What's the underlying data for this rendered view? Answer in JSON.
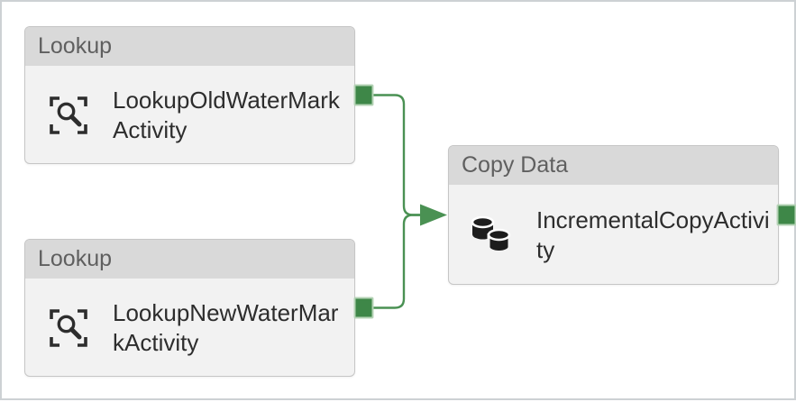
{
  "diagram": {
    "nodes": [
      {
        "type_label": "Lookup",
        "name": "LookupOldWaterMarkActivity",
        "icon": "lookup-icon"
      },
      {
        "type_label": "Lookup",
        "name": "LookupNewWaterMarkActivity",
        "icon": "lookup-icon"
      },
      {
        "type_label": "Copy Data",
        "name": "IncrementalCopyActivity",
        "icon": "copy-data-icon"
      }
    ],
    "edges": [
      {
        "from": "LookupOldWaterMarkActivity",
        "to": "IncrementalCopyActivity",
        "on": "success"
      },
      {
        "from": "LookupNewWaterMarkActivity",
        "to": "IncrementalCopyActivity",
        "on": "success"
      }
    ],
    "colors": {
      "connector": "#4a9153",
      "port_fill": "#3e8748",
      "port_border": "#b5d3b6",
      "node_header_bg": "#d9d9d9",
      "node_body_bg": "#f2f2f2",
      "node_border": "#c6c6c6"
    }
  }
}
